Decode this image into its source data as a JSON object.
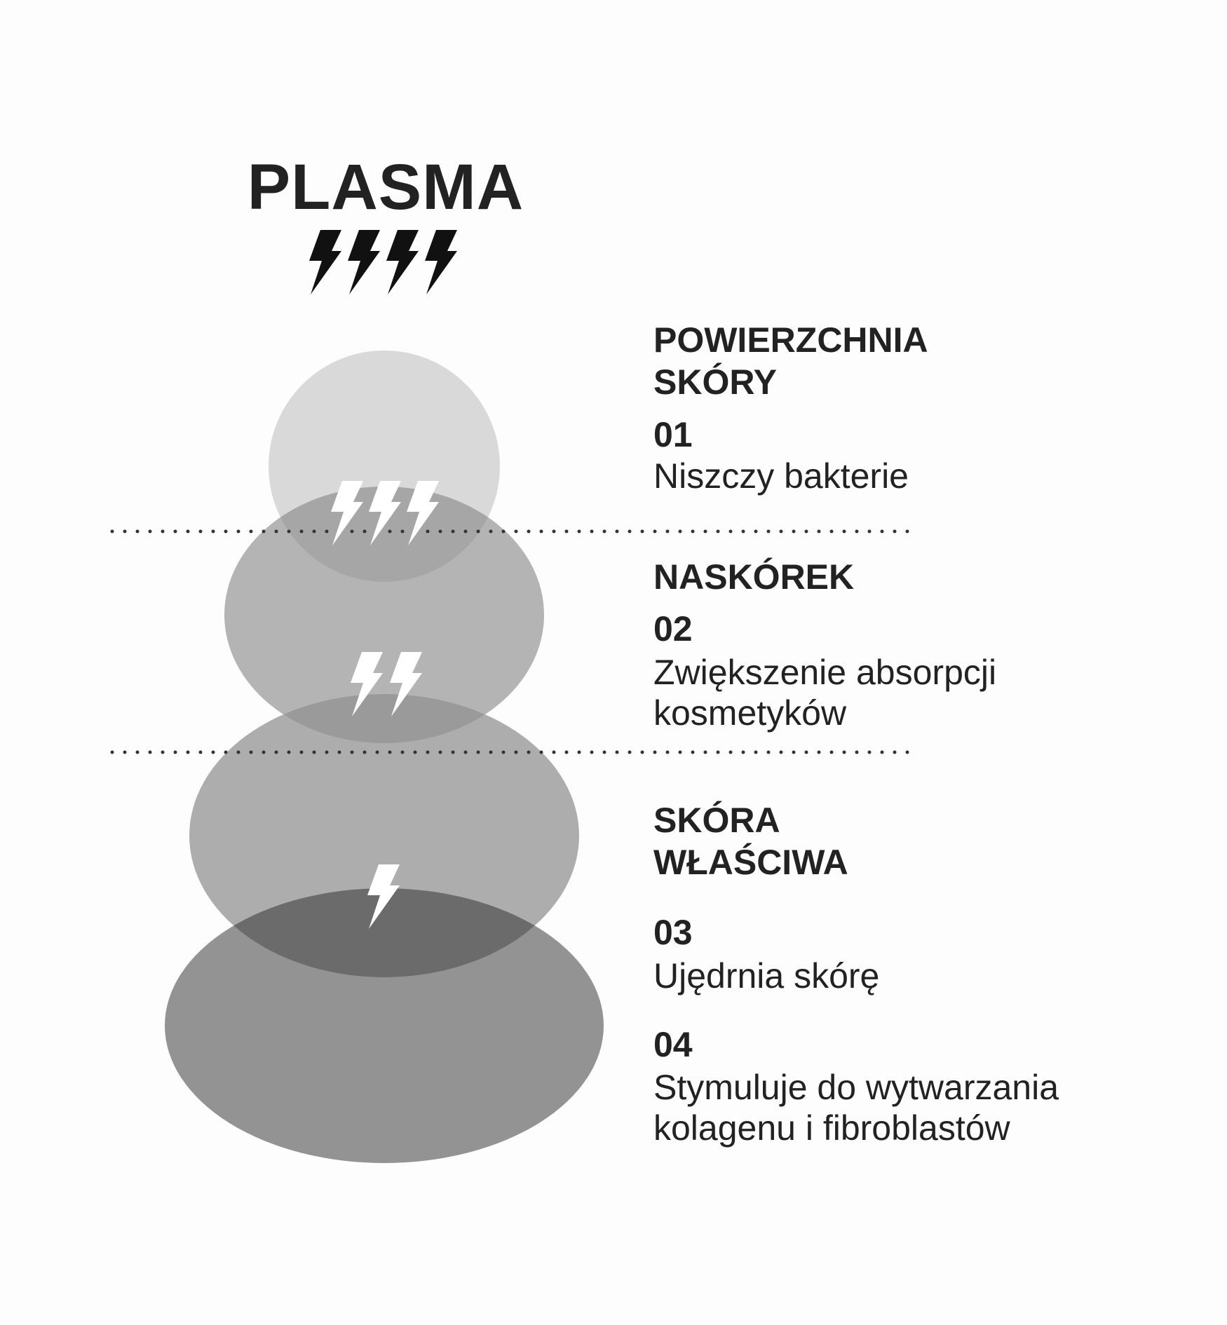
{
  "title": "PLASMA",
  "colors": {
    "text": "#222222",
    "circle_1": "#d9d9d9",
    "ellipse_2": "#b4b4b4",
    "ellipse_3": "#adadad",
    "ellipse_4": "#939393",
    "overlap_dark": "#6b6b6b",
    "bolt_dark": "#111111",
    "bolt_light": "#ffffff"
  },
  "icons": {
    "title_bolts": "lightning-bolt-icon x4",
    "layer_1_bolts": "lightning-bolt-icon x3",
    "layer_2_bolts": "lightning-bolt-icon x2",
    "layer_3_bolts": "lightning-bolt-icon x1"
  },
  "layers": [
    {
      "name": "POWIERZCHNIA\nSKÓRY",
      "effects": [
        {
          "number": "01",
          "text": "Niszczy bakterie"
        }
      ]
    },
    {
      "name": "NASKÓREK",
      "effects": [
        {
          "number": "02",
          "text": "Zwiększenie absorpcji\nkosmetyków"
        }
      ]
    },
    {
      "name": "SKÓRA\nWŁAŚCIWA",
      "effects": [
        {
          "number": "03",
          "text": "Ujędrnia skórę"
        },
        {
          "number": "04",
          "text": "Stymuluje do wytwarzania\nkolagenu i fibroblastów"
        }
      ]
    }
  ]
}
